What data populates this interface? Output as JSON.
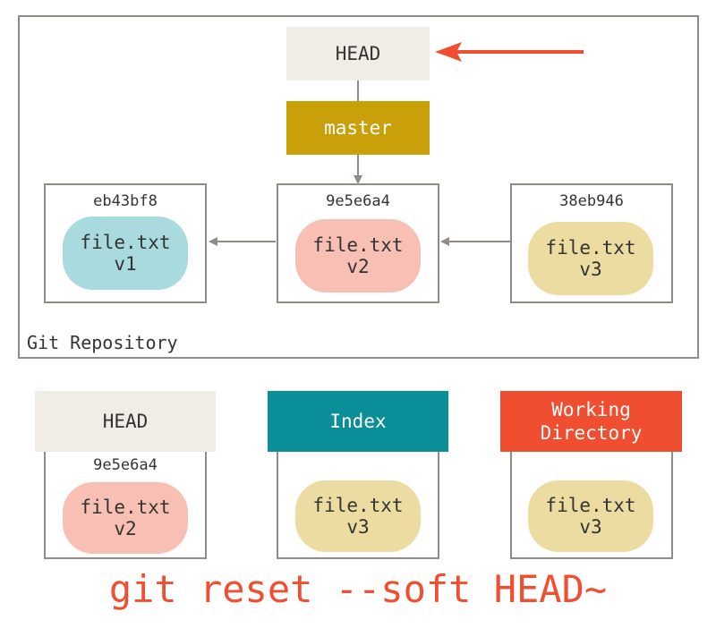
{
  "repository": {
    "label": "Git Repository",
    "head_label": "HEAD",
    "branch_label": "master",
    "commits": [
      {
        "sha": "eb43bf8",
        "file": "file.txt",
        "version": "v1"
      },
      {
        "sha": "9e5e6a4",
        "file": "file.txt",
        "version": "v2"
      },
      {
        "sha": "38eb946",
        "file": "file.txt",
        "version": "v3"
      }
    ]
  },
  "trees": [
    {
      "label": "HEAD",
      "sha": "9e5e6a4",
      "file": "file.txt",
      "version": "v2"
    },
    {
      "label": "Index",
      "file": "file.txt",
      "version": "v3"
    },
    {
      "label": "Working\nDirectory",
      "file": "file.txt",
      "version": "v3"
    }
  ],
  "command": "git reset --soft HEAD~",
  "colors": {
    "head": "#efede6",
    "branch": "#c9a00a",
    "index": "#0a8f98",
    "working_directory": "#f04e30",
    "v1": "#a9dade",
    "v2": "#f8c0b5",
    "v3": "#ecdca2",
    "pointer_arrow": "#f04e30",
    "connector": "#8e8c85"
  }
}
